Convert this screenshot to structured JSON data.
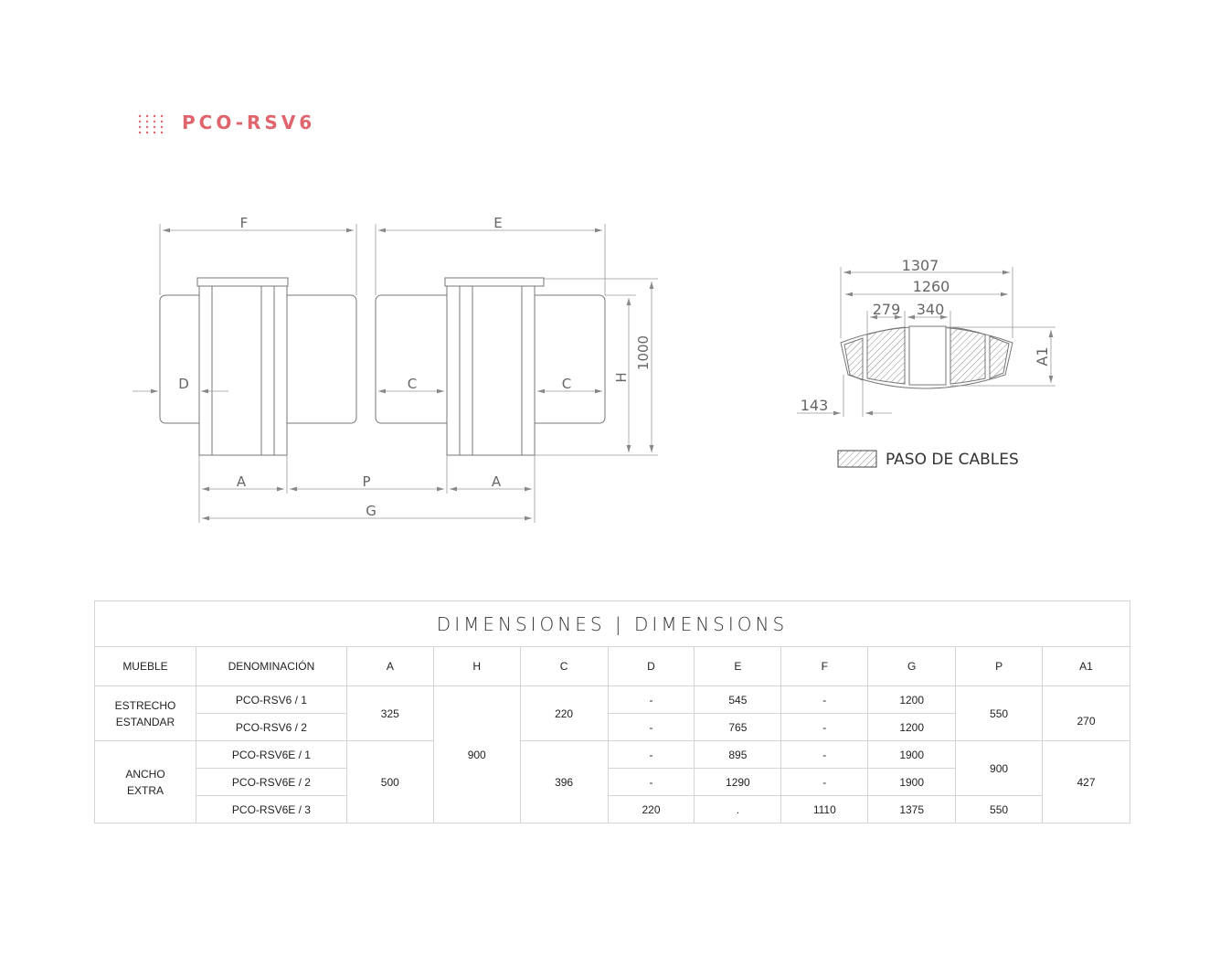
{
  "title": "PCO-RSV6",
  "brand_color": "#e0646c",
  "drawing": {
    "F": "F",
    "E": "E",
    "D": "D",
    "C": "C",
    "H": "H",
    "h1000": "1000",
    "A": "A",
    "P": "P",
    "G": "G"
  },
  "plan": {
    "d1307": "1307",
    "d1260": "1260",
    "d279": "279",
    "d340": "340",
    "d143": "143",
    "A1": "A1",
    "legend": "PASO DE CABLES"
  },
  "table": {
    "caption": "DIMENSIONES | DIMENSIONS",
    "headers": [
      "MUEBLE",
      "DENOMINACIÓN",
      "A",
      "H",
      "C",
      "D",
      "E",
      "F",
      "G",
      "P",
      "A1"
    ],
    "groups": [
      {
        "mueble": "ESTRECHO ESTANDAR",
        "A": "325",
        "C": "220"
      },
      {
        "mueble": "ANCHO EXTRA",
        "A": "500",
        "C": "396"
      }
    ],
    "H": "900",
    "P": [
      "550",
      "900",
      "550"
    ],
    "A1": [
      "270",
      "427"
    ],
    "rows": [
      {
        "den": "PCO-RSV6 / 1",
        "D": "-",
        "E": "545",
        "F": "-",
        "G": "1200"
      },
      {
        "den": "PCO-RSV6 / 2",
        "D": "-",
        "E": "765",
        "F": "-",
        "G": "1200"
      },
      {
        "den": "PCO-RSV6E / 1",
        "D": "-",
        "E": "895",
        "F": "-",
        "G": "1900"
      },
      {
        "den": "PCO-RSV6E / 2",
        "D": "-",
        "E": "1290",
        "F": "-",
        "G": "1900"
      },
      {
        "den": "PCO-RSV6E / 3",
        "D": "220",
        "E": ".",
        "F": "1110",
        "G": "1375"
      }
    ]
  }
}
